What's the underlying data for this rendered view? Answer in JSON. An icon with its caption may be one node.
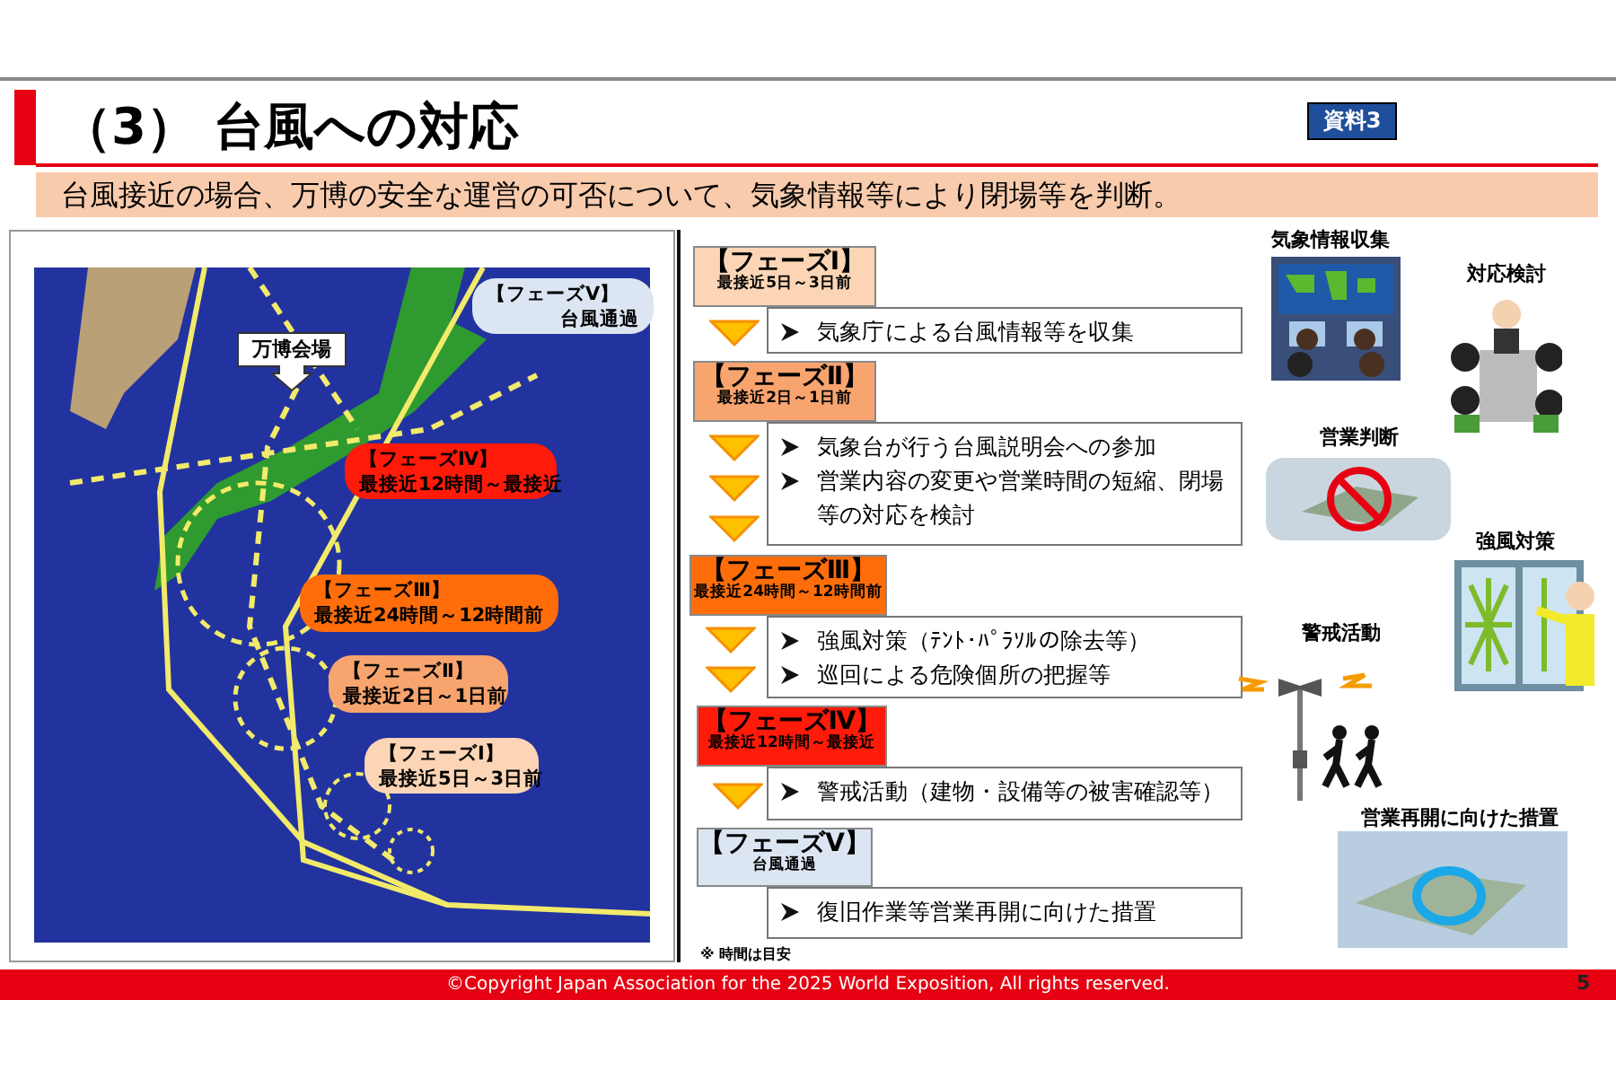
{
  "diagram": {
    "title": "（3） 台風への対応",
    "nodes": [
      {
        "text": [],
        "shape": "picture"
      },
      {
        "text": [
          "万博会場"
        ],
        "in": 0
      },
      {
        "text": [
          "【フェーズⅤ】",
          "台風通過"
        ],
        "in": 0
      },
      {
        "text": [
          "【フェーズⅣ】",
          "最接近12時間～最接近"
        ],
        "in": 0
      },
      {
        "text": [
          "【フェーズⅢ】",
          "最接近24時間～12時間前"
        ],
        "in": 0
      },
      {
        "text": [
          "【フェーズⅡ】",
          "最接近2日～1日前"
        ],
        "in": 0
      },
      {
        "text": [
          "【フェーズⅠ】",
          "最接近5日～3日前"
        ],
        "in": 0
      },
      {
        "text": [
          "【フェーズⅠ】",
          "最接近5日～3日前"
        ]
      },
      {
        "text": [
          "気象庁による台風情報等を収集"
        ]
      },
      {
        "text": [
          "【フェーズⅡ】",
          "最接近2日～1日前"
        ]
      },
      {
        "text": [
          "気象台が行う台風説明会への参加",
          "営業内容の変更や営業時間の短縮、閉場等の対応を検討"
        ]
      },
      {
        "text": [
          "【フェーズⅢ】",
          "最接近24時間～12時間前"
        ]
      },
      {
        "text": [
          "強風対策（ﾃﾝﾄ･ﾊﾟﾗｿﾙの除去等）",
          "巡回による危険個所の把握等"
        ]
      },
      {
        "text": [
          "【フェーズⅣ】",
          "最接近12時間～最接近"
        ]
      },
      {
        "text": [
          "警戒活動（建物・設備等の被害確認等）"
        ]
      },
      {
        "text": [
          "【フェーズⅤ】",
          "台風通過"
        ]
      },
      {
        "text": [
          "復旧作業等営業再開に向けた措置"
        ]
      },
      {
        "text": [],
        "shape": "picture",
        "beside": [
          "気象情報収集"
        ]
      },
      {
        "text": [],
        "shape": "picture",
        "beside": [
          "対応検討"
        ]
      },
      {
        "text": [],
        "shape": "picture",
        "beside": [
          "営業判断"
        ]
      },
      {
        "text": [],
        "shape": "picture",
        "beside": [
          "強風対策"
        ]
      },
      {
        "text": [],
        "shape": "picture",
        "beside": [
          "警戒活動"
        ]
      },
      {
        "text": [],
        "shape": "picture",
        "beside": [
          "営業再開に向けた措置"
        ]
      }
    ],
    "edges": [
      {
        "from": 7,
        "to": 9,
        "arrow": "to"
      },
      {
        "from": 9,
        "to": 11,
        "arrow": "to"
      },
      {
        "from": 11,
        "to": 13,
        "arrow": "to"
      },
      {
        "from": 13,
        "to": 15,
        "arrow": "to"
      }
    ],
    "labels": [
      "資料3",
      "台風接近の場合、万博の安全な運営の可否について、気象情報等により閉場等を判断。",
      "※ 時間は目安",
      "©Copyright Japan Association for the 2025 World Exposition, All rights reserved.",
      "5"
    ]
  }
}
